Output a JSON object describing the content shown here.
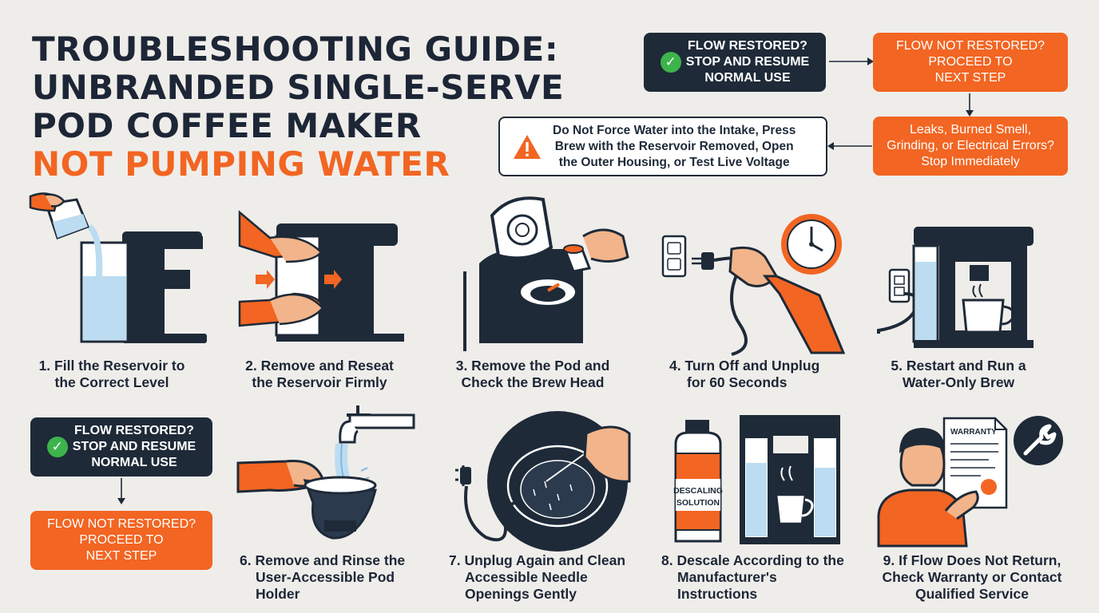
{
  "title": {
    "line1": "TROUBLESHOOTING GUIDE:",
    "line2": "UNBRANDED SINGLE-SERVE",
    "line3": "POD COFFEE MAKER",
    "line4": "NOT PUMPING WATER"
  },
  "flow_top": {
    "restored": {
      "line1": "FLOW RESTORED?",
      "line2": "STOP AND RESUME",
      "line3": "NORMAL USE"
    },
    "not_restored": {
      "line1": "FLOW NOT RESTORED?",
      "line2": "PROCEED TO",
      "line3": "NEXT STEP"
    },
    "stop": {
      "line1": "Leaks, Burned Smell,",
      "line2": "Grinding, or Electrical Errors?",
      "line3": "Stop Immediately"
    },
    "warning": {
      "line1": "Do Not Force Water into the Intake, Press",
      "line2": "Brew with the Reservoir Removed, Open",
      "line3": "the Outer Housing, or Test Live Voltage"
    }
  },
  "flow_mid": {
    "restored": {
      "line1": "FLOW RESTORED?",
      "line2": "STOP AND RESUME",
      "line3": "NORMAL USE"
    },
    "not_restored": {
      "line1": "FLOW NOT RESTORED?",
      "line2": "PROCEED TO",
      "line3": "NEXT STEP"
    }
  },
  "steps": [
    {
      "line1": "1. Fill the Reservoir to",
      "line2": "the Correct Level",
      "line3": ""
    },
    {
      "line1": "2. Remove and Reseat",
      "line2": "the Reservoir Firmly",
      "line3": ""
    },
    {
      "line1": "3. Remove the Pod and",
      "line2": "Check the Brew Head",
      "line3": ""
    },
    {
      "line1": "4. Turn Off and Unplug",
      "line2": "for 60 Seconds",
      "line3": ""
    },
    {
      "line1": "5. Restart and Run a",
      "line2": "Water-Only Brew",
      "line3": ""
    },
    {
      "line1": "6. Remove and Rinse the",
      "line2": "User-Accessible Pod",
      "line3": "Holder"
    },
    {
      "line1": "7. Unplug Again and Clean",
      "line2": "Accessible Needle",
      "line3": "Openings Gently"
    },
    {
      "line1": "8. Descale According to the",
      "line2": "Manufacturer's",
      "line3": "Instructions"
    },
    {
      "line1": "9. If Flow Does Not Return,",
      "line2": "Check Warranty or Contact",
      "line3": "Qualified Service"
    }
  ],
  "labels": {
    "descaling": {
      "line1": "DESCALING",
      "line2": "SOLUTION"
    },
    "warranty": "WARRANTY"
  },
  "icons": [
    "check-icon",
    "warning-icon",
    "wrench-icon",
    "clock-icon",
    "outlet-icon",
    "plug-icon"
  ],
  "colors": {
    "dark": "#1e2a38",
    "accent": "#f26522",
    "water": "#bcdcf2",
    "background": "#efedea",
    "check": "#3cb44b"
  }
}
